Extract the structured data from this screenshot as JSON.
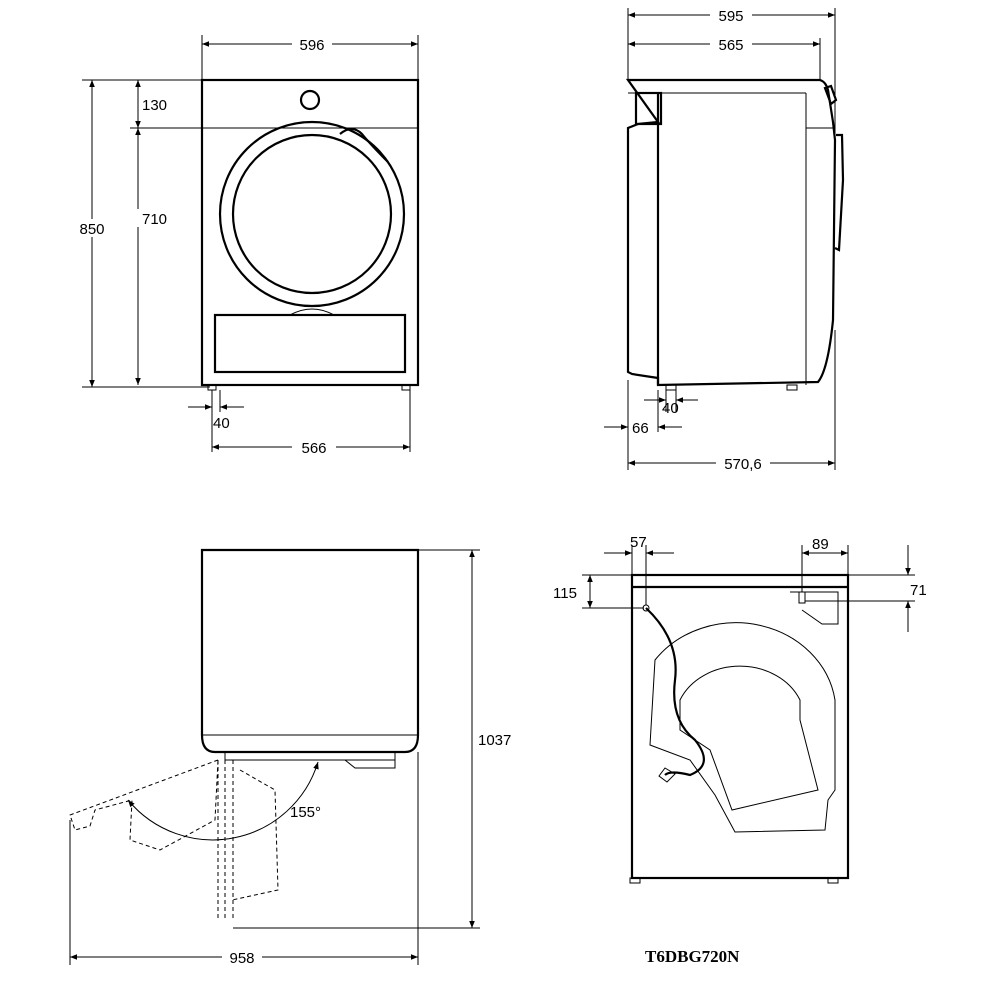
{
  "front_view": {
    "width": "596",
    "total_height": "850",
    "panel_height": "130",
    "body_height": "710",
    "foot_offset": "40",
    "foot_span": "566"
  },
  "side_view": {
    "overall_depth": "595",
    "top_depth": "565",
    "base_depth": "570,6",
    "rear_offset": "66",
    "foot_offset": "40"
  },
  "top_view": {
    "depth_door_open": "1037",
    "width_door_open": "958",
    "door_angle": "155°"
  },
  "rear_view": {
    "hose_offset_x": "57",
    "hose_offset_y": "115",
    "vent_offset_x": "89",
    "vent_offset_y": "71"
  },
  "model": "T6DBG720N"
}
